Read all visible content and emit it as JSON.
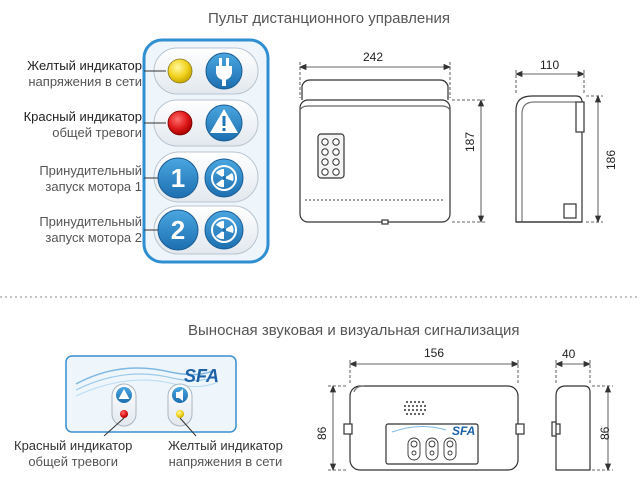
{
  "top_section": {
    "title": "Пульт дистанционного управления",
    "rows": [
      {
        "label_main": "Желтый индикатор",
        "label_sub": "напряжения в сети",
        "lamp": "yellow",
        "lamp_color": "#f2d320",
        "button_icon": "plug-icon"
      },
      {
        "label_main": "Красный индикатор",
        "label_sub": "общей тревоги",
        "lamp": "red",
        "lamp_color": "#e01b1b",
        "button_icon": "warning-icon"
      },
      {
        "label_main": "Принудительный",
        "label_sub": "запуск мотора 1",
        "number": "1",
        "button_icon": "motor-icon"
      },
      {
        "label_main": "Принудительный",
        "label_sub": "запуск мотора 2",
        "number": "2",
        "button_icon": "motor-icon"
      }
    ],
    "dimensions": {
      "width": "242",
      "height_front": "187",
      "depth": "110",
      "height_side": "186"
    }
  },
  "bottom_section": {
    "title": "Выносная звуковая и визуальная сигнализация",
    "brand": "SFA",
    "label_left_main": "Красный индикатор",
    "label_left_sub": "общей тревоги",
    "label_right_main": "Желтый индикатор",
    "label_right_sub": "напряжения в сети",
    "dimensions": {
      "width": "156",
      "height_front": "86",
      "depth": "40",
      "height_side": "86"
    }
  },
  "colors": {
    "panel_blue": "#2f8fd0",
    "button_blue": "#2a85c7",
    "panel_fill": "#e9f3fb"
  }
}
